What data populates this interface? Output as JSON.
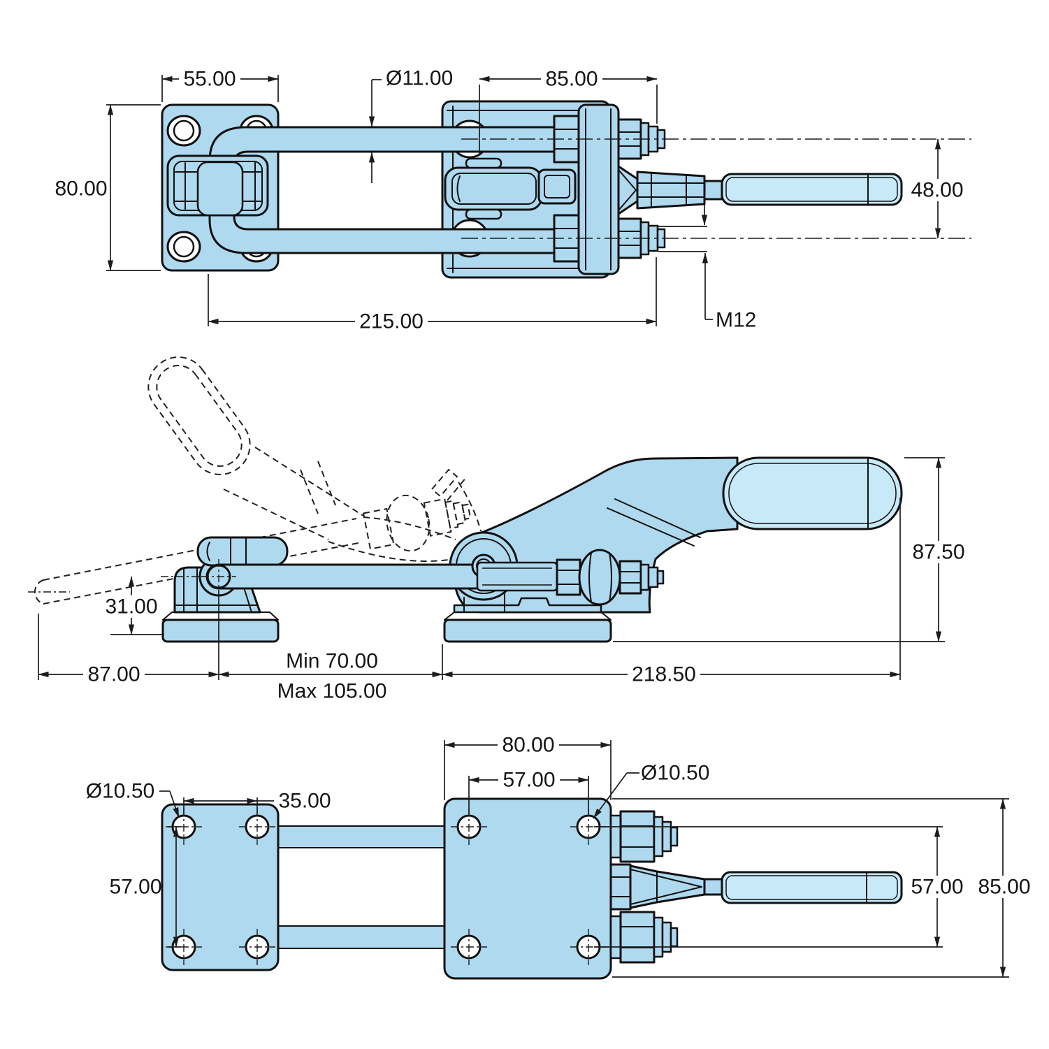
{
  "drawing_type": "engineering-dimension-drawing",
  "part": "pull-action latch toggle clamp (three orthographic views)",
  "colors": {
    "part_fill": "#aed9ef",
    "handle_fill": "#c8e9f8",
    "line": "#111111",
    "dimension_line": "#1c1c1c",
    "background": "#ffffff"
  },
  "dims": {
    "top_plate_width": "55.00",
    "top_rod_dia": "Ø11.00",
    "top_span": "85.00",
    "top_plate_height": "80.00",
    "top_rod_spacing": "48.00",
    "top_overall": "215.00",
    "top_thread": "M12",
    "side_height": "87.50",
    "side_pivot_height": "31.00",
    "side_latch_offset": "87.00",
    "side_travel_min": "Min 70.00",
    "side_travel_max": "Max 105.00",
    "side_length": "218.50",
    "bottom_plate_width": "80.00",
    "bottom_hole_span": "57.00",
    "bottom_hole_dia_right": "Ø10.50",
    "bottom_hole_dia_left": "Ø10.50",
    "bottom_hole_pitch": "35.00",
    "bottom_hole_rows_left": "57.00",
    "bottom_hole_rows_right": "57.00",
    "bottom_height": "85.00"
  }
}
